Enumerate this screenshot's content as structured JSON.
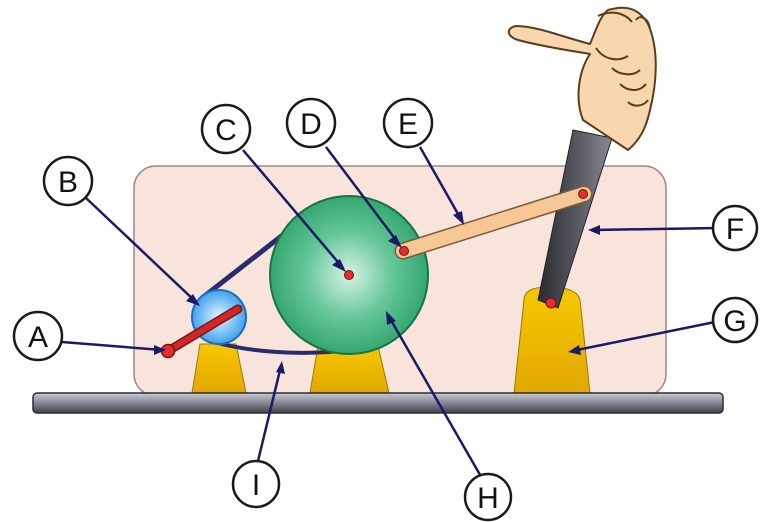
{
  "labels": {
    "a": "A",
    "b": "B",
    "c": "C",
    "d": "D",
    "e": "E",
    "f": "F",
    "g": "G",
    "h": "H",
    "i": "I"
  },
  "colors": {
    "background_panel": "#f9e4dc",
    "base_bar": "#5a5f6a",
    "support": "#f2c200",
    "big_wheel": "#2fae70",
    "small_wheel": "#39a3f0",
    "crank_rod": "#d02828",
    "connecting_rod": "#f6c895",
    "lever": "#4a4a52",
    "pivot_dot": "#e03030",
    "callout_line": "#1a1a66",
    "hand": "#f8d7ae"
  }
}
